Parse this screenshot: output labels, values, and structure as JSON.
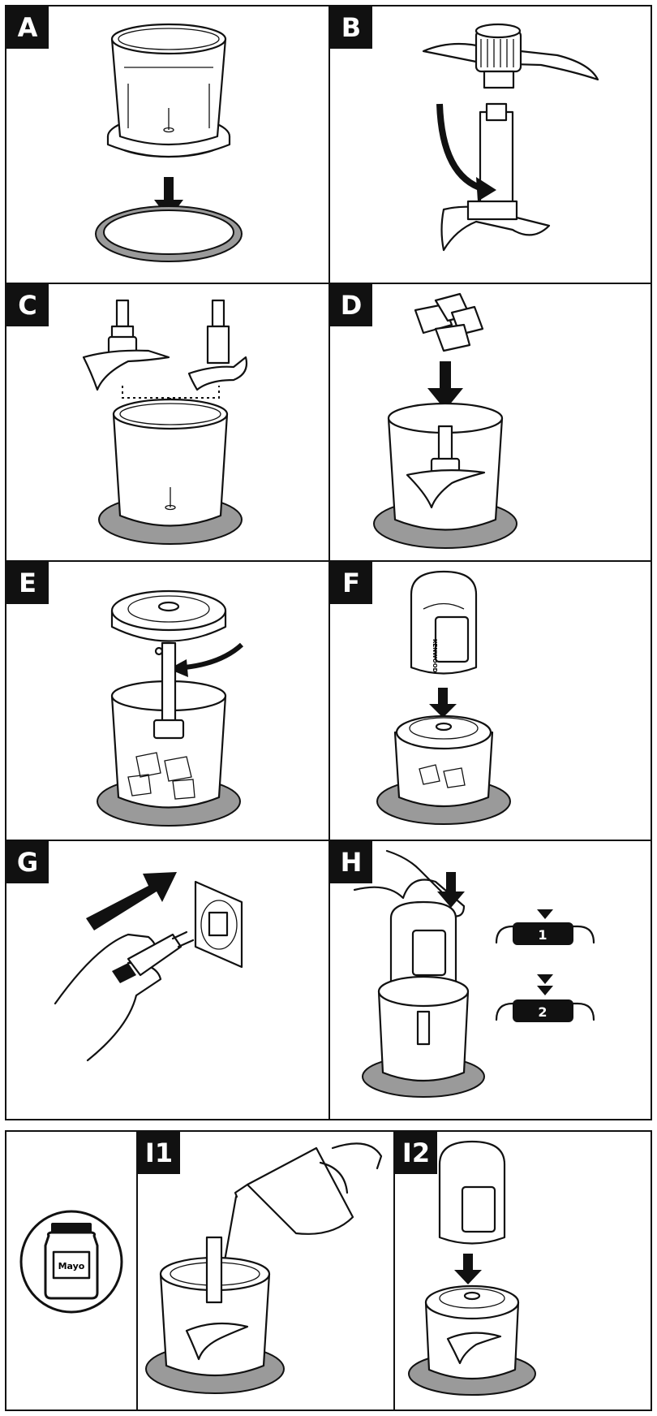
{
  "steps": {
    "a": "A",
    "b": "B",
    "c": "C",
    "d": "D",
    "e": "E",
    "f": "F",
    "g": "G",
    "h": "H",
    "i1": "I1",
    "i2": "I2"
  },
  "speed_buttons": [
    "1",
    "2"
  ],
  "jar_label": "Mayo",
  "brand_text": "KENWOOD"
}
